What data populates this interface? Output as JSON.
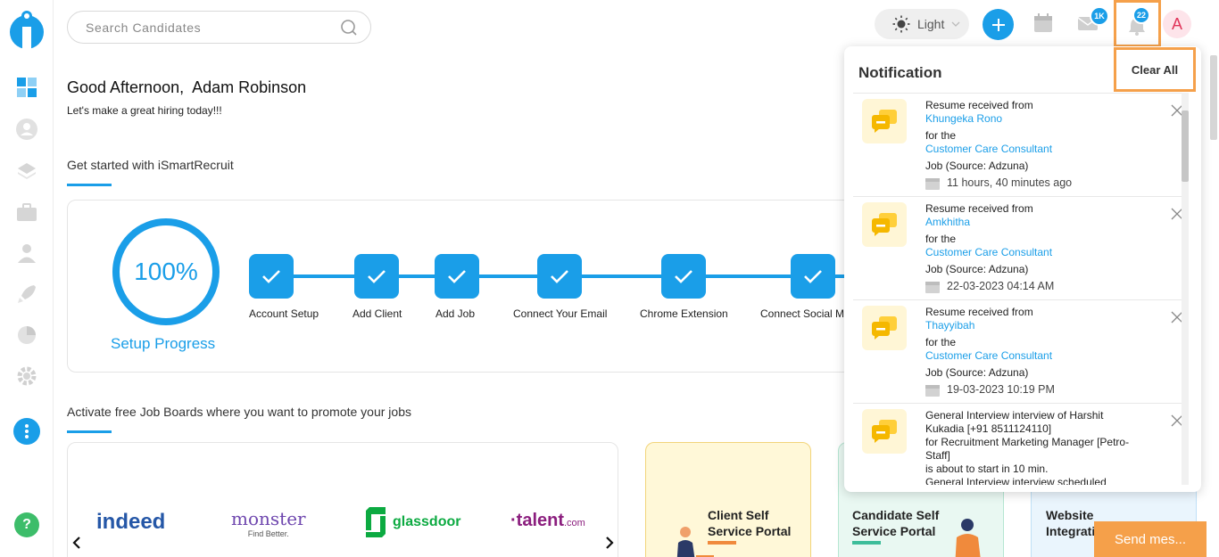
{
  "header": {
    "search_placeholder": "Search Candidates",
    "theme_label": "Light",
    "mail_badge": "1K",
    "bell_badge": "22",
    "avatar_initial": "A"
  },
  "greeting": {
    "title": "Good Afternoon,  Adam Robinson",
    "subtitle": "Let's make a great hiring today!!!"
  },
  "setup": {
    "section_title": "Get started with iSmartRecruit",
    "progress": "100%",
    "progress_label": "Setup Progress",
    "steps": [
      {
        "label": "Account Setup"
      },
      {
        "label": "Add Client"
      },
      {
        "label": "Add Job"
      },
      {
        "label": "Connect Your Email"
      },
      {
        "label": "Chrome Extension"
      },
      {
        "label": "Connect Social Media"
      }
    ]
  },
  "boards": {
    "section_title": "Activate free Job Boards where you want to promote your jobs",
    "logos": {
      "indeed": "indeed",
      "monster": "monster",
      "monster_tag": "Find Better.",
      "glassdoor": "glassdoor",
      "talent": "·talent",
      "talent_suffix": ".com"
    }
  },
  "portals": [
    {
      "title_line1": "Client Self",
      "title_line2": "Service Portal"
    },
    {
      "title_line1": "Candidate Self",
      "title_line2": "Service Portal"
    },
    {
      "title_line1": "Website",
      "title_line2": "Integration"
    }
  ],
  "notifications": {
    "title": "Notification",
    "clear_all": "Clear All",
    "items": [
      {
        "line1": "Resume received from",
        "name": "Khungeka Rono",
        "for": "for the",
        "job": "Customer Care Consultant",
        "source": "Job (Source: Adzuna)",
        "time": "11 hours, 40 minutes ago"
      },
      {
        "line1": "Resume received from",
        "name": "Amkhitha",
        "for": "for the",
        "job": "Customer Care Consultant",
        "source": "Job (Source: Adzuna)",
        "time": "22-03-2023 04:14 AM"
      },
      {
        "line1": "Resume received from",
        "name": "Thayyibah",
        "for": "for the",
        "job": "Customer Care Consultant",
        "source": "Job (Source: Adzuna)",
        "time": "19-03-2023 10:19 PM"
      }
    ],
    "interview": {
      "line1": "General Interview interview of Harshit Kukadia [+91 8511124110]",
      "line2": "for Recruitment Marketing Manager [Petro-Staff]",
      "line3": "is about to start in 10 min.",
      "line4": "General Interview interview scheduled"
    }
  },
  "chat": {
    "label": "Send mes..."
  },
  "colors": {
    "primary": "#1a9ee8",
    "accent": "#f5a04a",
    "help": "#3dbd6a"
  }
}
